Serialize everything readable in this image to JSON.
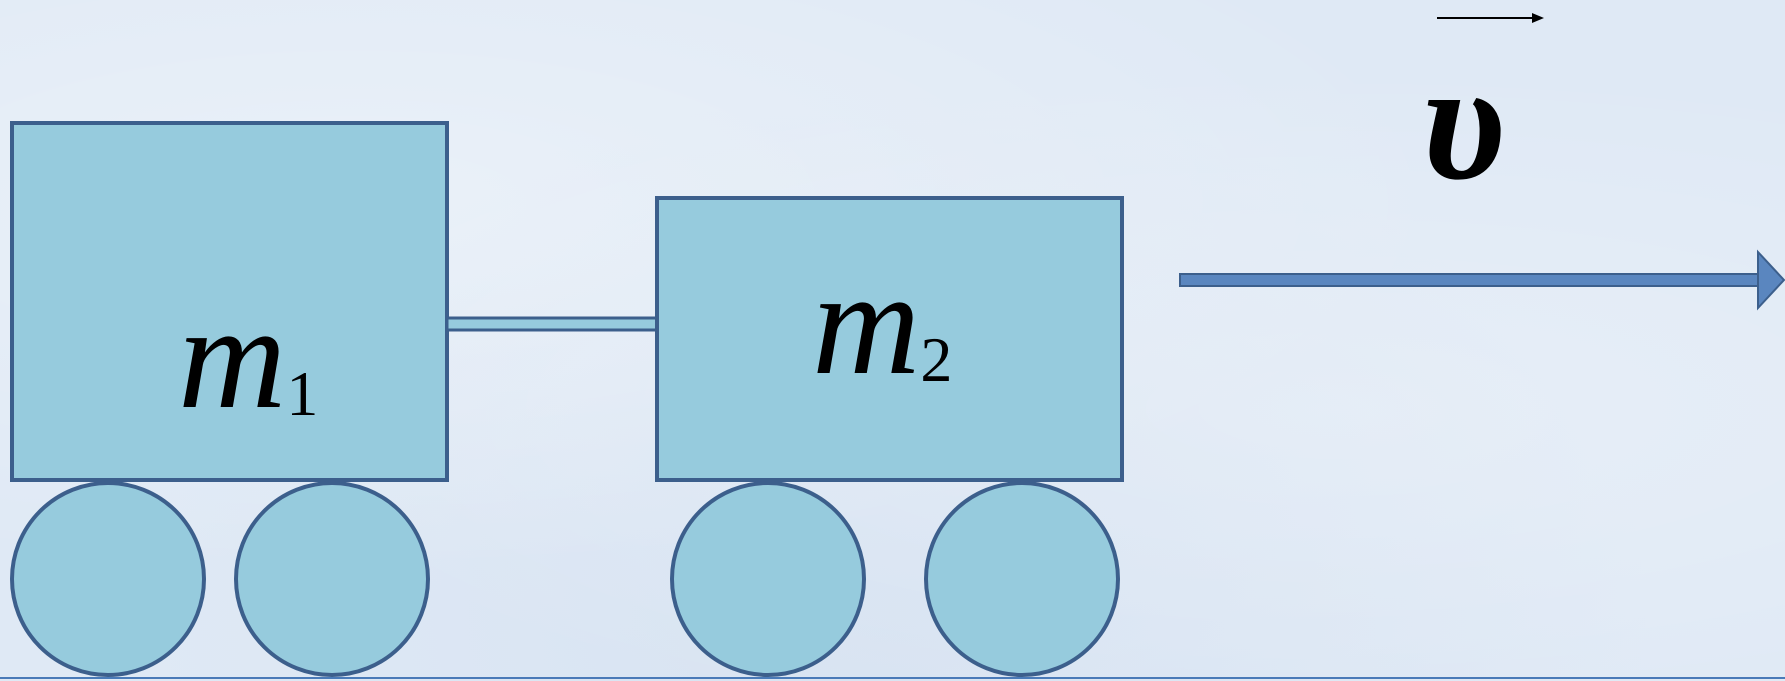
{
  "diagram": {
    "cart1": {
      "label_main": "m",
      "label_sub": "1"
    },
    "cart2": {
      "label_main": "m",
      "label_sub": "2"
    },
    "velocity": {
      "label": "υ"
    },
    "colors": {
      "cart_fill": "#96cbdd",
      "outline": "#3c5f8c",
      "arrow_fill": "#5a86bf",
      "background": "#dfe9f5"
    }
  }
}
